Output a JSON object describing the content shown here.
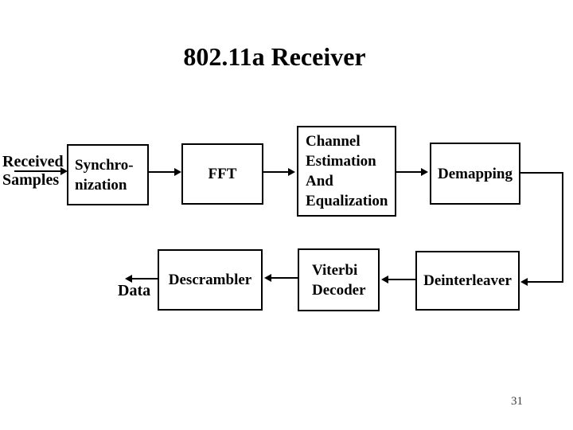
{
  "slide": {
    "title": "802.11a Receiver",
    "page_number": "31"
  },
  "diagram": {
    "input_label": "Received\nSamples",
    "output_label": "Data",
    "nodes": {
      "synchronization": "Synchro-\nnization",
      "fft": "FFT",
      "channel_estimation": "Channel\nEstimation\nAnd\nEqualization",
      "demapping": "Demapping",
      "deinterleaver": "Deinterleaver",
      "viterbi_decoder": "Viterbi\nDecoder",
      "descrambler": "Descrambler"
    },
    "edges": [
      {
        "from": "received-samples",
        "to": "synchronization"
      },
      {
        "from": "synchronization",
        "to": "fft"
      },
      {
        "from": "fft",
        "to": "channel_estimation"
      },
      {
        "from": "channel_estimation",
        "to": "demapping"
      },
      {
        "from": "demapping",
        "to": "deinterleaver"
      },
      {
        "from": "deinterleaver",
        "to": "viterbi_decoder"
      },
      {
        "from": "viterbi_decoder",
        "to": "descrambler"
      },
      {
        "from": "descrambler",
        "to": "data"
      }
    ]
  }
}
